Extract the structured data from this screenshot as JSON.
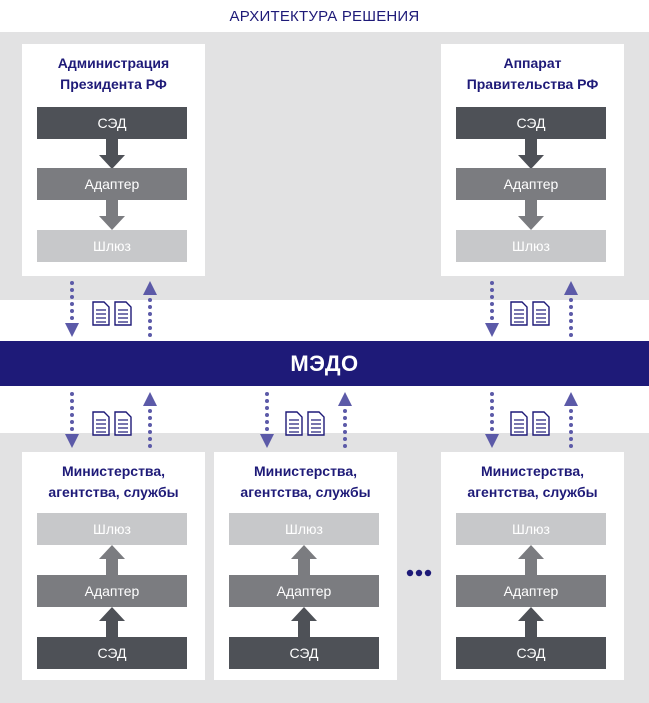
{
  "title": "АРХИТЕКТУРА РЕШЕНИЯ",
  "bus_label": "МЭДО",
  "top_nodes": [
    {
      "title_line1": "Администрация",
      "title_line2": "Президента РФ",
      "sed": "СЭД",
      "adapter": "Адаптер",
      "gateway": "Шлюз"
    },
    {
      "title_line1": "Аппарат",
      "title_line2": "Правительства РФ",
      "sed": "СЭД",
      "adapter": "Адаптер",
      "gateway": "Шлюз"
    }
  ],
  "bottom_nodes": [
    {
      "title_line1": "Министерства,",
      "title_line2": "агентства, службы",
      "gateway": "Шлюз",
      "adapter": "Адаптер",
      "sed": "СЭД"
    },
    {
      "title_line1": "Министерства,",
      "title_line2": "агентства, службы",
      "gateway": "Шлюз",
      "adapter": "Адаптер",
      "sed": "СЭД"
    },
    {
      "title_line1": "Министерства,",
      "title_line2": "агентства, службы",
      "gateway": "Шлюз",
      "adapter": "Адаптер",
      "sed": "СЭД"
    }
  ],
  "colors": {
    "navy": "#1e1a78",
    "connector": "#5c5aa8",
    "sed": "#4e5157",
    "adapter": "#7b7c80",
    "gateway": "#c7c8ca",
    "band": "#e2e2e3"
  },
  "icons": [
    "document-icon",
    "dotted-arrow-down-icon",
    "dotted-arrow-up-icon",
    "arrow-down-icon",
    "arrow-up-icon",
    "ellipsis-icon"
  ]
}
